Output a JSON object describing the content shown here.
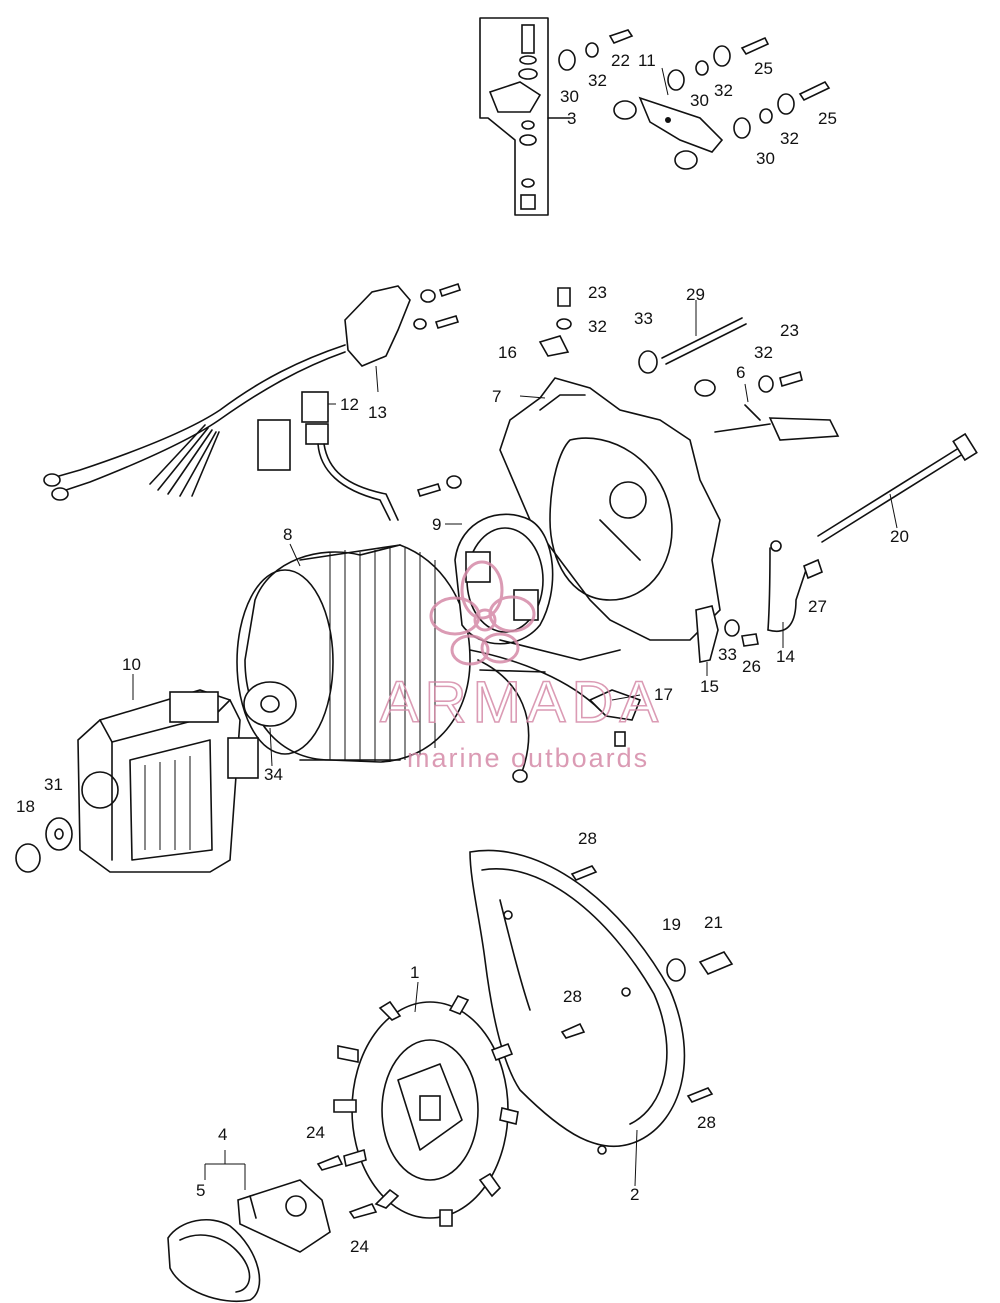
{
  "watermark": {
    "brand": "ARMADA",
    "tagline": "marine outboards",
    "color": "#d58aa8"
  },
  "callouts": {
    "c1": "1",
    "c2": "2",
    "c3": "3",
    "c4": "4",
    "c5": "5",
    "c6": "6",
    "c7": "7",
    "c8": "8",
    "c9": "9",
    "c10": "10",
    "c11": "11",
    "c12": "12",
    "c13": "13",
    "c14": "14",
    "c15": "15",
    "c16": "16",
    "c17": "17",
    "c18": "18",
    "c19": "19",
    "c20": "20",
    "c21": "21",
    "c22": "22",
    "c23a": "23",
    "c23b": "23",
    "c24a": "24",
    "c24b": "24",
    "c25a": "25",
    "c25b": "25",
    "c26": "26",
    "c27": "27",
    "c28a": "28",
    "c28b": "28",
    "c28c": "28",
    "c29": "29",
    "c30a": "30",
    "c30b": "30",
    "c30c": "30",
    "c31": "31",
    "c32a": "32",
    "c32b": "32",
    "c32c": "32",
    "c32d": "32",
    "c32e": "32",
    "c33a": "33",
    "c33b": "33",
    "c34": "34"
  }
}
